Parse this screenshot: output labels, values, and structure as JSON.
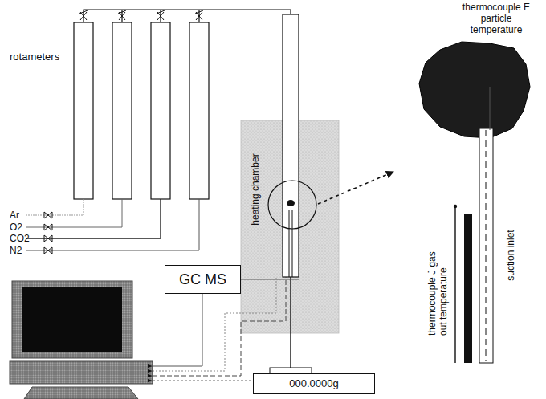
{
  "diagram": {
    "nodes": [
      {
        "text": [
          "heating chamber"
        ]
      },
      {
        "text": [
          "GC MS"
        ]
      },
      {
        "text": [
          "000.0000g"
        ]
      }
    ],
    "labels": [
      "rotameters",
      "Ar",
      "O2",
      "CO2",
      "N2",
      "thermocouple E particle temperature",
      "thermocouple J gas out temperature",
      "suction inlet"
    ]
  }
}
